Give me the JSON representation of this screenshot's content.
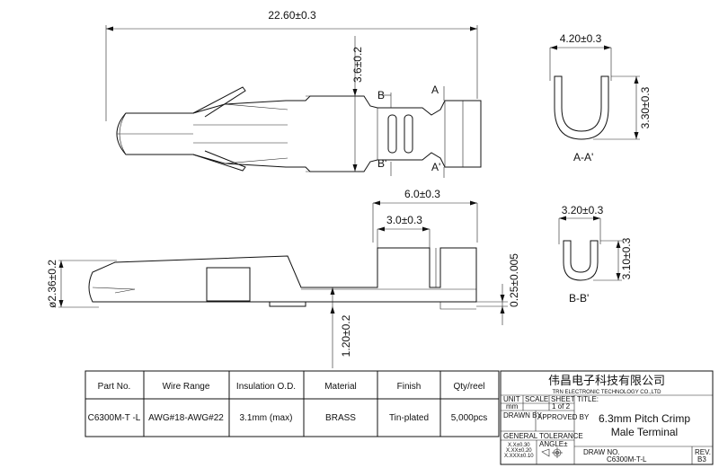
{
  "dimensions": {
    "overall_length": "22.60±0.3",
    "height": "3.6±0.2",
    "section_a": "A",
    "section_a_prime": "A'",
    "section_b": "B",
    "section_b_prime": "B'",
    "aa_width": "4.20±0.3",
    "aa_height": "3.30±0.3",
    "aa_label": "A-A'",
    "crimp_length": "6.0±0.3",
    "crimp_inner": "3.0±0.3",
    "diameter": "ø2.36±0.2",
    "thickness": "0.25±0.005",
    "offset": "1.20±0.2",
    "bb_width": "3.20±0.3",
    "bb_height": "3.10±0.3",
    "bb_label": "B-B'"
  },
  "table": {
    "headers": [
      "Part No.",
      "Wire Range",
      "Insulation O.D.",
      "Material",
      "Finish",
      "Qty/reel"
    ],
    "row": [
      "C6300M-T -L",
      "AWG#18-AWG#22",
      "3.1mm (max)",
      "BRASS",
      "Tin-plated",
      "5,000pcs"
    ]
  },
  "titleblock": {
    "company_cn": "伟昌电子科技有限公司",
    "company_en": "TRN ELECTRONIC TECHNOLOGY CO.,LTD",
    "unit_label": "UNIT",
    "unit_value": "mm",
    "scale_label": "SCALE",
    "sheet_label": "SHEET",
    "sheet_value": "1 of 2",
    "title_label": "TITLE:",
    "title_line1": "6.3mm Pitch Crimp",
    "title_line2": "Male Terminal",
    "drawn_by": "DRAWN BY",
    "approved_by": "APPROVED BY",
    "general_tolerance": "GENERAL TOLERANCE",
    "tol1": "X.X±0.30",
    "tol2": "X.XX±0.20",
    "tol3": "X.XXX±0.10",
    "angle": "ANGLE±",
    "draw_no_label": "DRAW NO.",
    "draw_no": "C6300M-T-L",
    "rev_label": "REV.",
    "rev_value": "B3"
  }
}
